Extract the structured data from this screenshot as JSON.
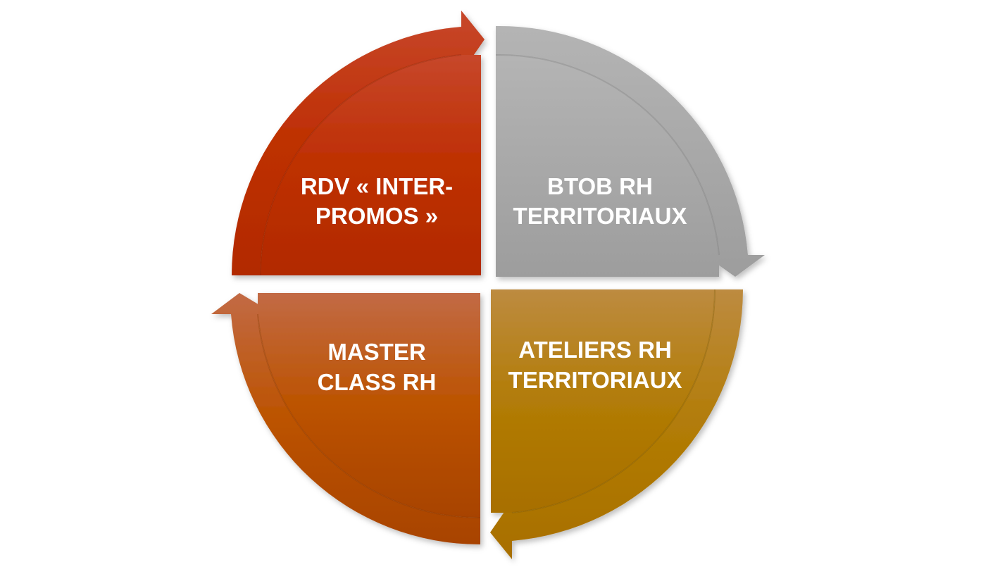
{
  "diagram": {
    "type": "cycle",
    "segments": [
      {
        "id": "top-left",
        "line1": "RDV « INTER-",
        "line2": "PROMOS »",
        "color": "#b8300e"
      },
      {
        "id": "top-right",
        "line1": "BTOB RH",
        "line2": "TERRITORIAUX",
        "color": "#a8a8a8"
      },
      {
        "id": "bottom-right",
        "line1": "ATELIERS RH",
        "line2": "TERRITORIAUX",
        "color": "#b07d12"
      },
      {
        "id": "bottom-left",
        "line1": "MASTER",
        "line2": "CLASS RH",
        "color": "#b8561a"
      }
    ]
  }
}
